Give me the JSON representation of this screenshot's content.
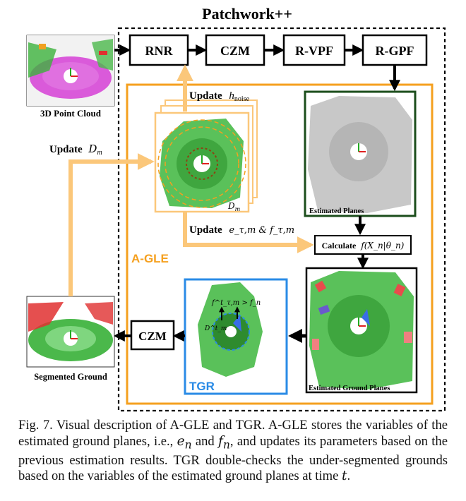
{
  "figure": {
    "title": "Patchwork++",
    "blocks": {
      "rnr": "RNR",
      "czm_top": "CZM",
      "rvpf": "R-VPF",
      "rgpf": "R-GPF",
      "czm_bottom": "CZM"
    },
    "labels": {
      "point_cloud": "3D Point Cloud",
      "segmented_ground": "Segmented Ground",
      "update_prefix": "Update",
      "h_noise": "h",
      "h_noise_sub": "noise",
      "d_m": "D",
      "d_m_sub": "m",
      "e_f": "e_τ,m & f_τ,m",
      "calculate_prefix": "Calculate",
      "calculate_expr": "f(X_n|θ_n)",
      "estimated_planes": "Estimated Planes",
      "estimated_ground_planes": "Estimated Ground Planes",
      "agle": "A-GLE",
      "tgr": "TGR",
      "tgr_condition": "f^t_τ,m > f_n",
      "tgr_patch": "D^t_m"
    },
    "colors": {
      "orange": "#f5a01f",
      "orange_light": "#fbc77a",
      "blue": "#2a8be6",
      "green": "#5ac15a",
      "red": "#e84c4c",
      "magenta": "#d63fd6"
    }
  },
  "caption": {
    "fig_label": "Fig. 7.",
    "text_1": "Visual description of A-GLE and TGR. A-GLE stores the variables of the estimated ground planes, i.e., ",
    "e_n": "e",
    "and": " and ",
    "f_n": "f",
    "n_sub": "n",
    "text_2": ", and updates its parameters based on the previous estimation results. TGR double-checks the under-segmented grounds based on the variables of the estimated ground planes at time ",
    "t": "t",
    "end": "."
  }
}
